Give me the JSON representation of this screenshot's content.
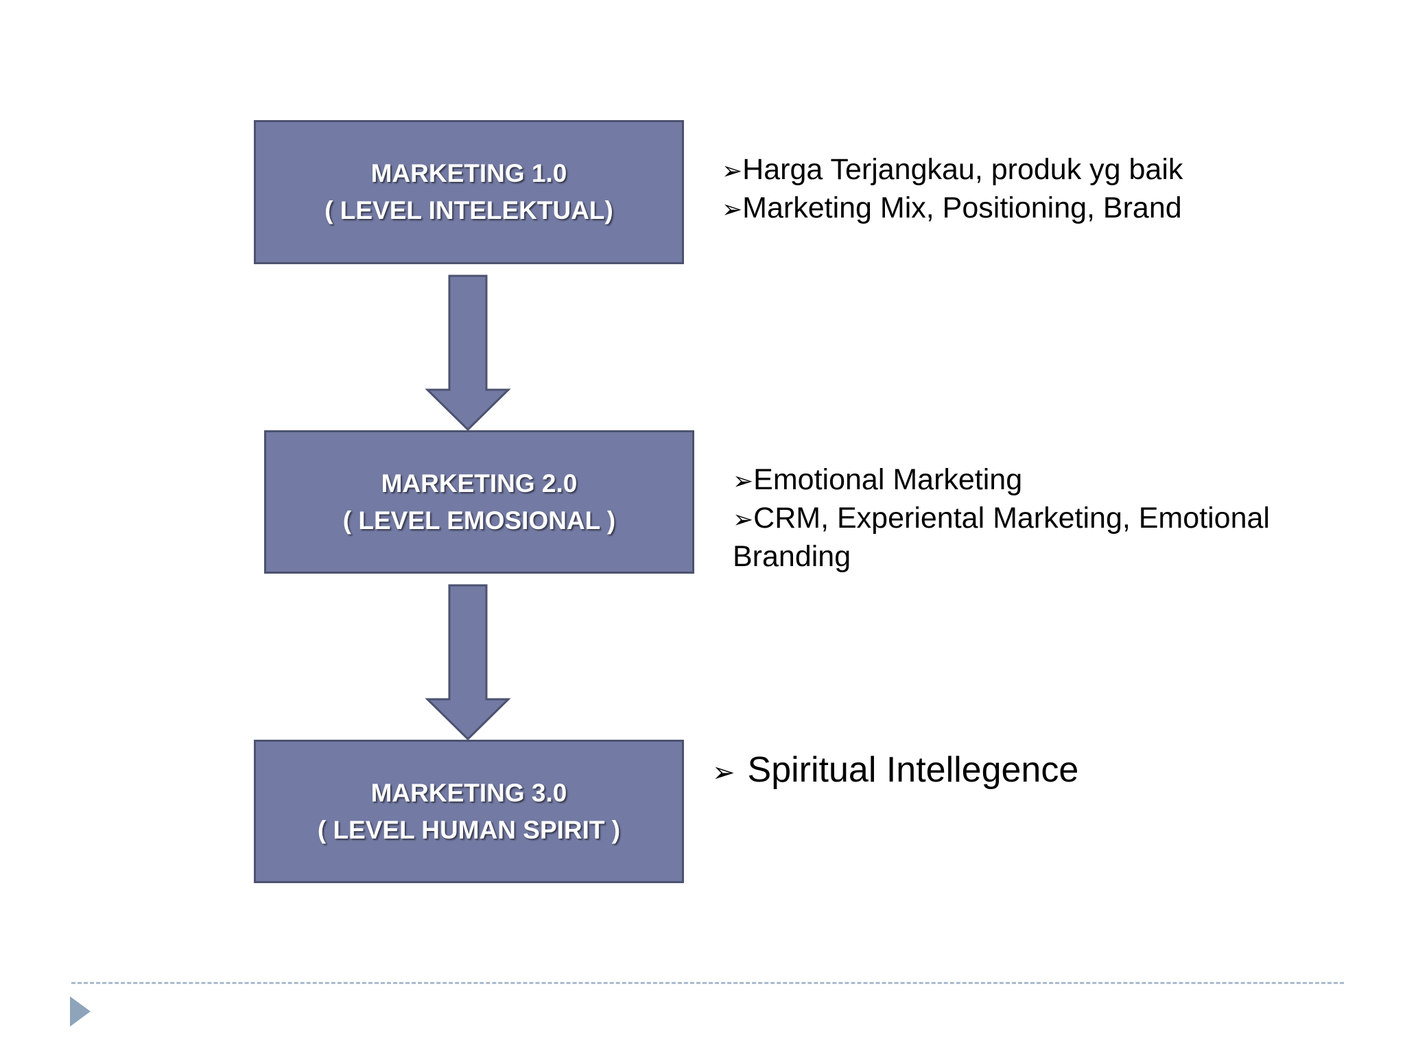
{
  "colors": {
    "box_fill": "#737aa3",
    "box_border": "#4c5270",
    "box_text": "#ffffff",
    "body_text": "#000000",
    "footer_line": "#a9bccd",
    "footer_triangle": "#8da4bb"
  },
  "icons": {
    "bullet": "right-arrowhead-icon",
    "flow_arrow": "down-arrow-icon",
    "footer": "play-triangle-icon"
  },
  "levels": [
    {
      "title": "MARKETING 1.0",
      "subtitle": "( LEVEL INTELEKTUAL)",
      "bullets": [
        "Harga Terjangkau, produk yg baik",
        "Marketing Mix, Positioning, Brand"
      ]
    },
    {
      "title": "MARKETING 2.0",
      "subtitle": "( LEVEL EMOSIONAL )",
      "bullets": [
        "Emotional Marketing",
        "CRM, Experiental Marketing, Emotional Branding"
      ]
    },
    {
      "title": "MARKETING 3.0",
      "subtitle": "( LEVEL HUMAN SPIRIT )",
      "bullets": [
        "Spiritual Intellegence"
      ]
    }
  ]
}
